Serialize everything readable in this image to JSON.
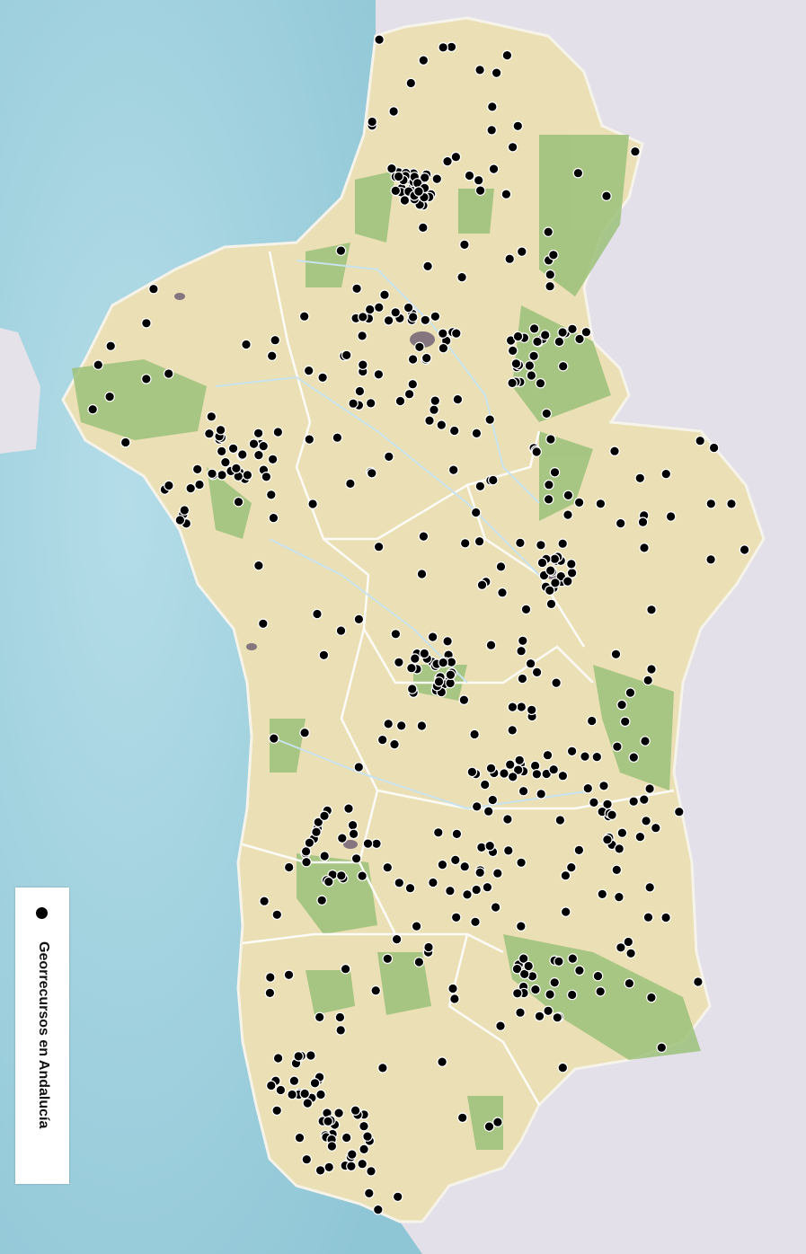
{
  "legend": {
    "symbol": "black-dot-icon",
    "label": "Georrecursos en Andalucía"
  },
  "map": {
    "region": "Andalucía",
    "orientation": "rotated-90",
    "colors": {
      "sea": "#a6d3df",
      "land_base": "#ece1b6",
      "vegetation": "#9fc27a",
      "urban": "#6a5a72",
      "outside_region": "#e4e1ea",
      "boundaries": "#ffffff",
      "rivers": "#cfe6f0",
      "point": "#000000"
    }
  }
}
